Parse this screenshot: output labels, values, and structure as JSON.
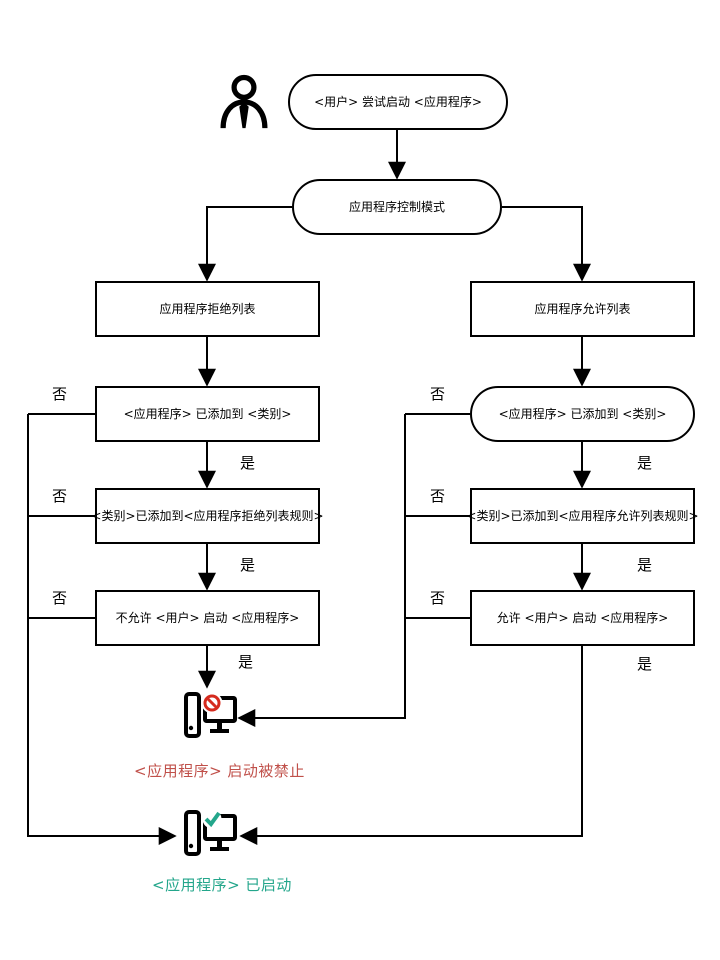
{
  "diagram": {
    "nodes": {
      "start": "<用户> 尝试启动 <应用程序>",
      "control_mode": "应用程序控制模式",
      "denylist": "应用程序拒绝列表",
      "allowlist": "应用程序允许列表",
      "deny_app_added_to_category": "<应用程序> 已添加到 <类别>",
      "allow_app_added_to_category": "<应用程序> 已添加到 <类别>",
      "deny_category_added_to_rules": "<类别>已添加到<应用程序拒绝列表规则>",
      "allow_category_added_to_rules": "<类别>已添加到<应用程序允许列表规则>",
      "deny_user_start": "不允许 <用户> 启动 <应用程序>",
      "allow_user_start": "允许 <用户> 启动 <应用程序>"
    },
    "results": {
      "blocked": "<应用程序> 启动被禁止",
      "started": "<应用程序> 已启动"
    },
    "edge_labels": {
      "yes": "是",
      "no": "否"
    },
    "colors": {
      "line": "#000000",
      "blocked_text": "#c0504a",
      "started_text": "#23a68b",
      "prohibition_icon": "#d52b1e",
      "checkmark_icon": "#23a68b"
    },
    "icons": {
      "user": "user-icon",
      "blocked_computer": "computer-blocked-icon",
      "started_computer": "computer-started-icon"
    }
  }
}
